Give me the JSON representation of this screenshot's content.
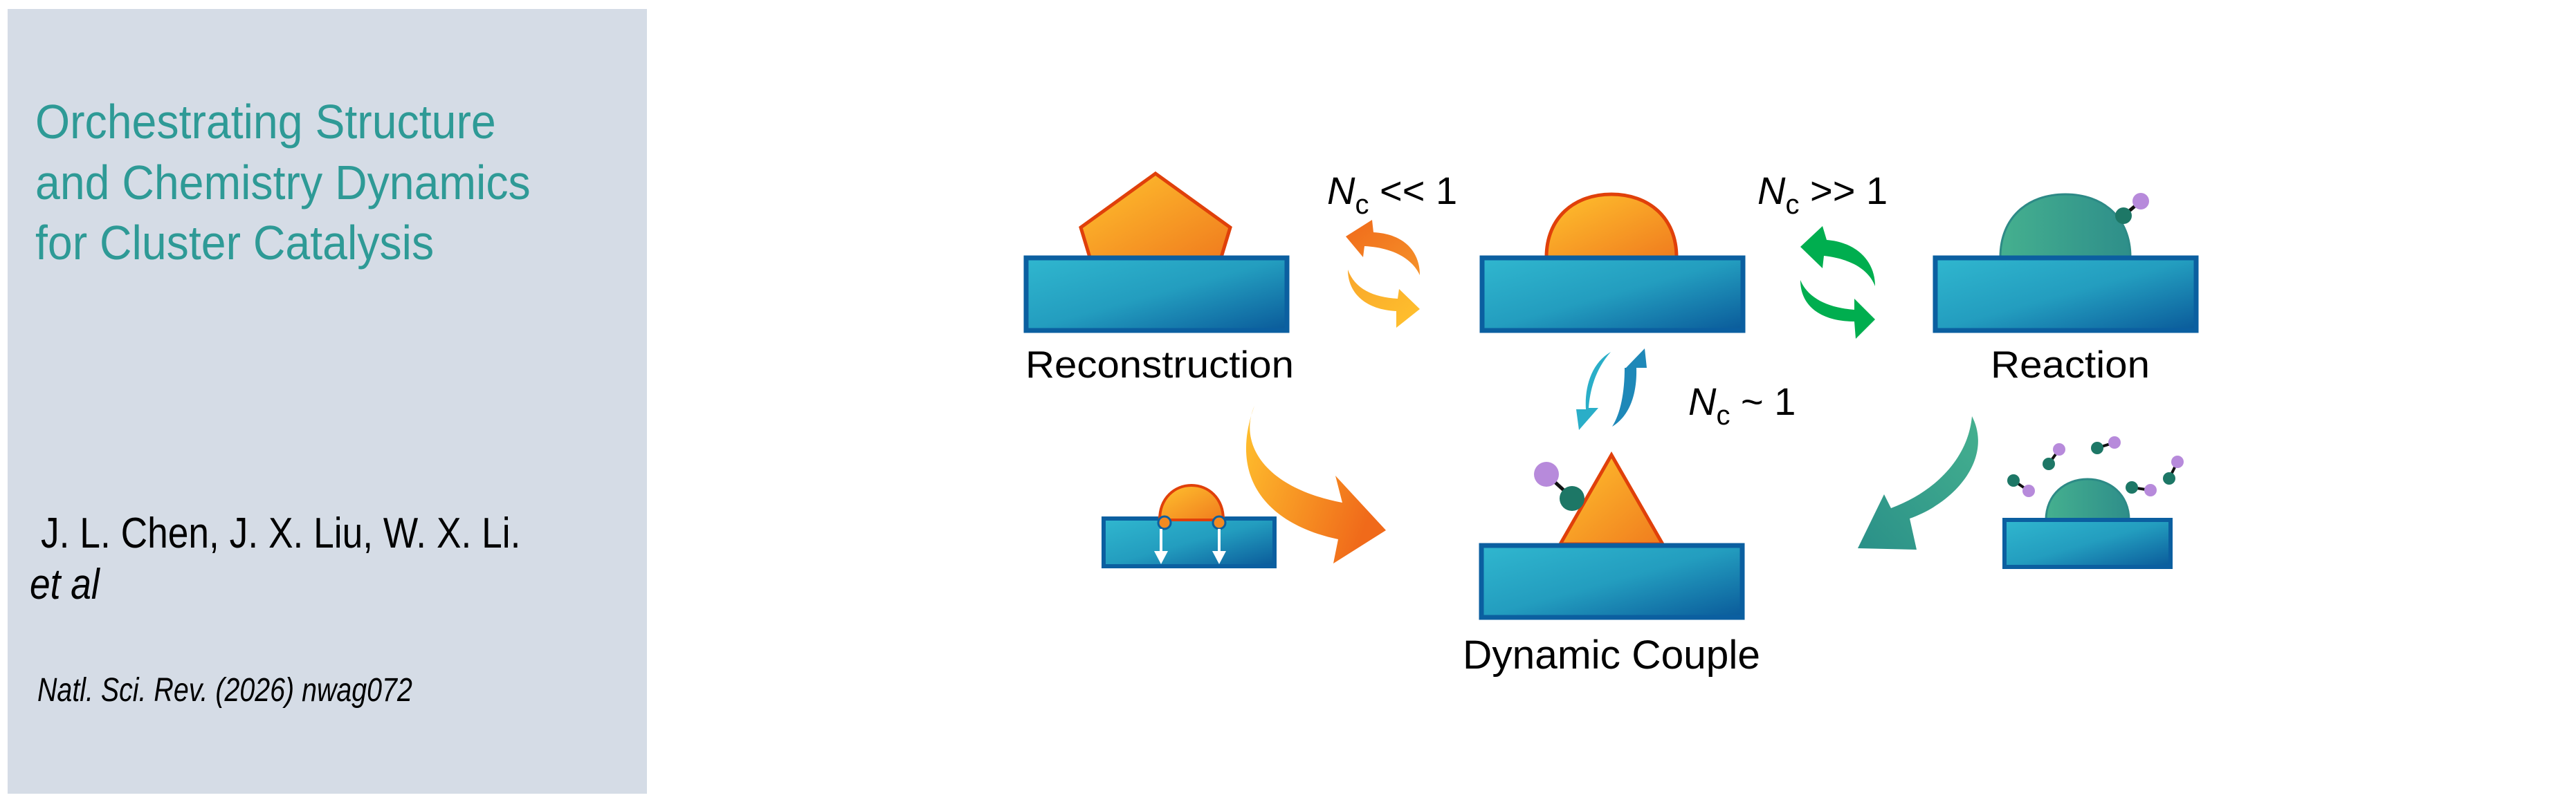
{
  "left_panel": {
    "title_lines": [
      "Orchestrating Structure",
      "and Chemistry Dynamics",
      "for Cluster Catalysis"
    ],
    "authors": "J. L. Chen, J. X. Liu, W. X. Li.",
    "et_al": "et al",
    "citation": "Natl. Sci. Rev. (2026) nwag072"
  },
  "diagram": {
    "states": {
      "reconstruction": "Reconstruction",
      "reaction": "Reaction",
      "dynamic_couple": "Dynamic Couple"
    },
    "regimes": {
      "low": {
        "symbol": "N",
        "subscript": "c",
        "relation": " << 1"
      },
      "high": {
        "symbol": "N",
        "subscript": "c",
        "relation": " >> 1"
      },
      "equal": {
        "symbol": "N",
        "subscript": "c",
        "relation": " ~ 1"
      }
    },
    "colors": {
      "title": "#2e9a96",
      "panel_bg": "#d5dce6",
      "substrate_light": "#30b7cf",
      "substrate_dark": "#0a5a9a",
      "substrate_border": "#0b5fa0",
      "cluster_light": "#ffc22e",
      "cluster_dark": "#f07c1e",
      "cluster_border": "#e0400a",
      "reaction_cluster_light": "#45b08f",
      "reaction_cluster_dark": "#2e8e8a",
      "adsorbate_dark": "#1d7766",
      "adsorbate_light": "#b78adb",
      "arrow_green": "#00ae4f",
      "arrow_teal": "#34a48e"
    }
  }
}
